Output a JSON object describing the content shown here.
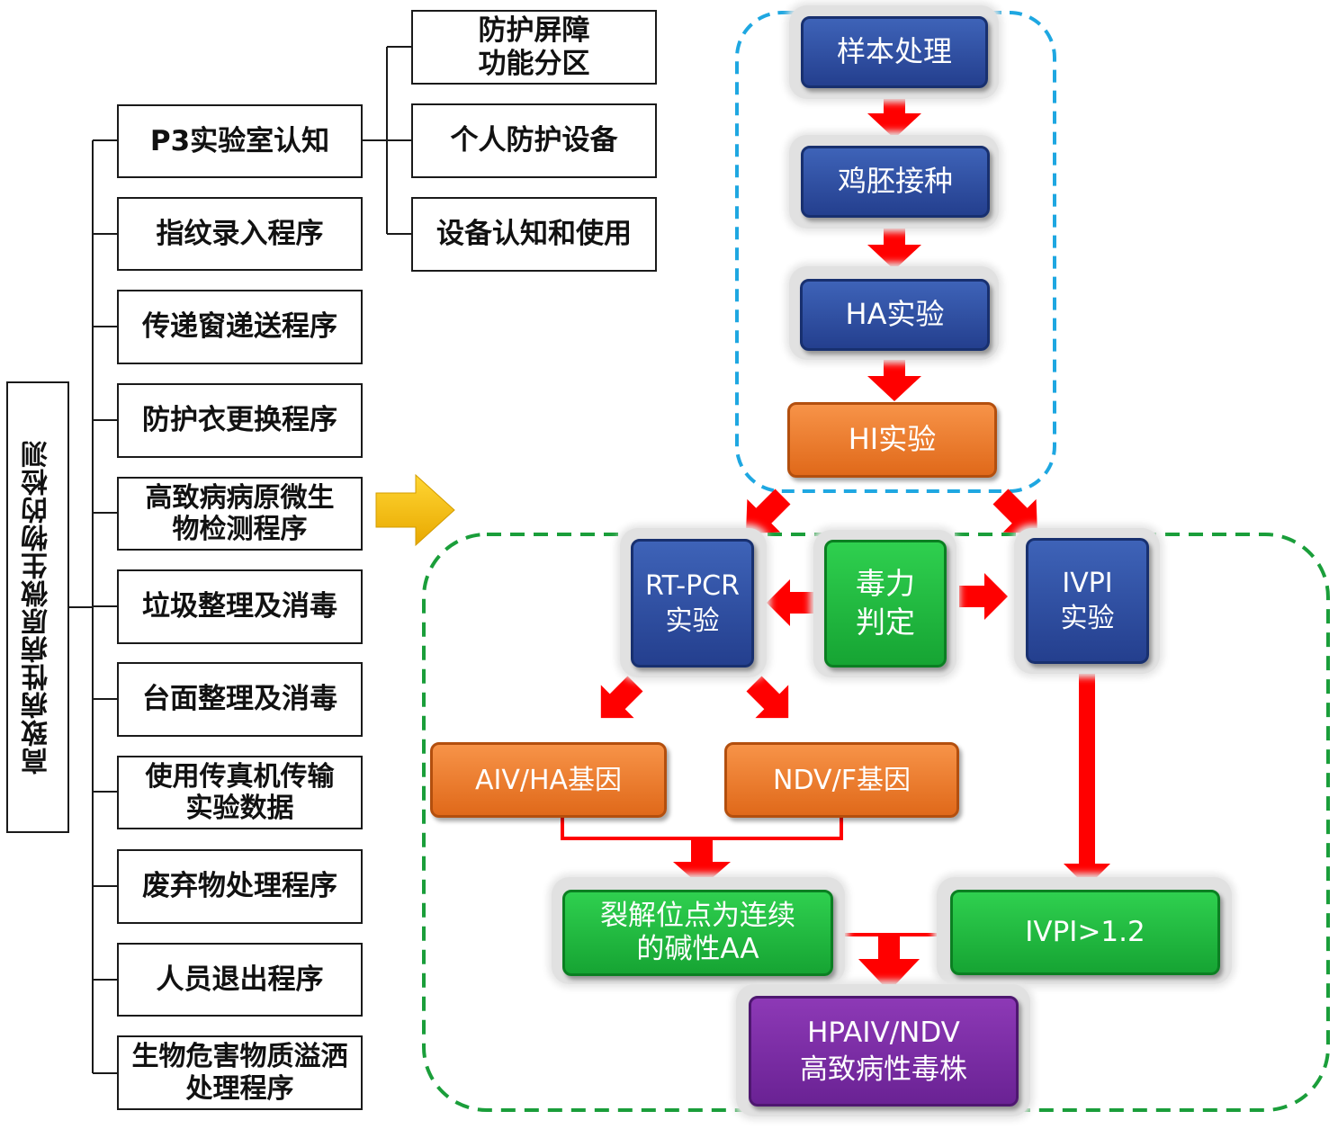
{
  "root": {
    "label": "高致病性病原微生物的检测"
  },
  "procedures": [
    {
      "label": "P3实验室认知"
    },
    {
      "label": "指纹录入程序"
    },
    {
      "label": "传递窗递送程序"
    },
    {
      "label": "防护衣更换程序"
    },
    {
      "label": "高致病病原微生\n物检测程序"
    },
    {
      "label": "垃圾整理及消毒"
    },
    {
      "label": "台面整理及消毒"
    },
    {
      "label": "使用传真机传输\n实验数据"
    },
    {
      "label": "废弃物处理程序"
    },
    {
      "label": "人员退出程序"
    },
    {
      "label": "生物危害物质溢洒\n处理程序"
    }
  ],
  "p3_subitems": [
    {
      "label": "防护屏障\n功能分区"
    },
    {
      "label": "个人防护设备"
    },
    {
      "label": "设备认知和使用"
    }
  ],
  "flow": {
    "sample": "样本处理",
    "embryo": "鸡胚接种",
    "ha": "HA实验",
    "hi": "HI实验",
    "rtpcr": "RT-PCR\n实验",
    "virulence": "毒力\n判定",
    "ivpi": "IVPI\n实验",
    "aiv": "AIV/HA基因",
    "ndv": "NDV/F基因",
    "cleavage": "裂解位点为连续\n的碱性AA",
    "ivpi_threshold": "IVPI>1.2",
    "result": "HPAIV/NDV\n高致病性毒株"
  },
  "colors": {
    "blue": "#2f4f9f",
    "orange": "#ef7d2f",
    "green": "#1fb83d",
    "purple": "#7b2ba6",
    "arrow_red": "#ff0000",
    "pointer_yellow": "#ffc000",
    "dash_blue": "#1ea7e1",
    "dash_green": "#1a9e3a"
  }
}
